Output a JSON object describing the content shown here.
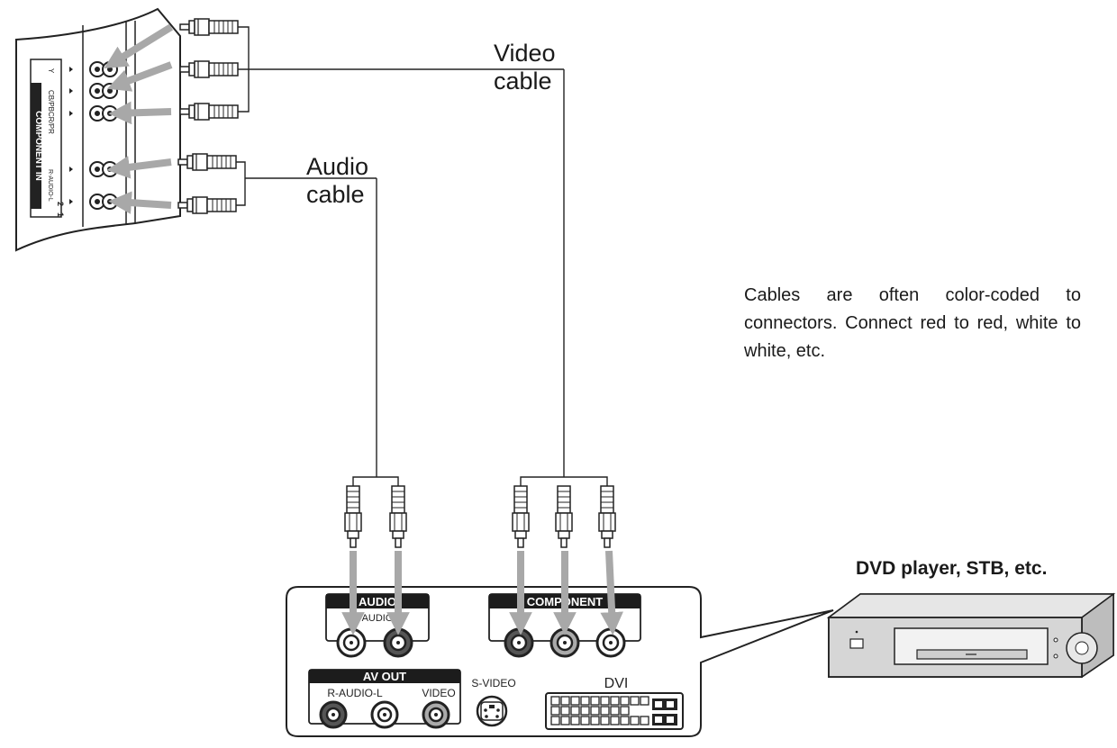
{
  "labels": {
    "video_cable": [
      "Video",
      "cable"
    ],
    "audio_cable": [
      "Audio",
      "cable"
    ],
    "note": "Cables are often color-coded to connectors. Connect red to red, white to white, etc.",
    "device_title": "DVD player, STB, etc."
  },
  "tv_panel": {
    "section_label": "COMPONENT IN",
    "jack_labels": [
      "Y",
      "CB/PB",
      "CR/PR",
      "R-AUDIO-L"
    ],
    "input_numbers": [
      "1",
      "2"
    ]
  },
  "player_panel": {
    "audio_header": "AUDIO",
    "audio_sub": "AUDIO",
    "component_header": "COMPONENT",
    "av_out_header": "AV OUT",
    "av_out_labels": [
      "R-AUDIO-L",
      "VIDEO"
    ],
    "svideo_label": "S-VIDEO",
    "dvi_label": "DVI"
  },
  "colors": {
    "ink": "#222222",
    "arrow": "#a8a8a8",
    "device": "#d6d6d6",
    "panel_header": "#1c1c1c"
  }
}
